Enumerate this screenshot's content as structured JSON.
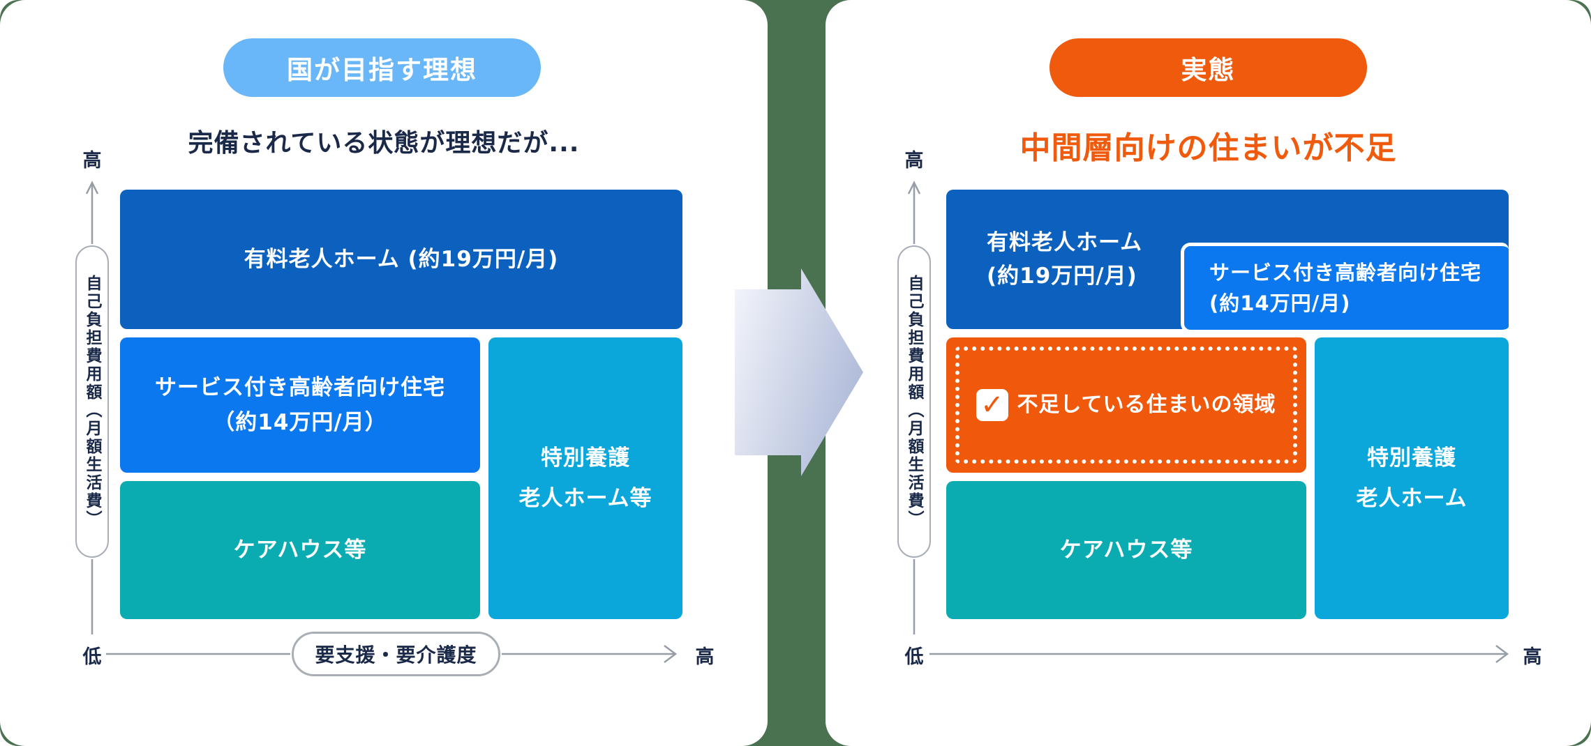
{
  "background": {
    "canvas_color": "#4A7150",
    "card_color": "#FFFFFF"
  },
  "icons": {
    "check": "✓"
  },
  "left_panel": {
    "badge": "国が目指す理想",
    "badge_color": "#69B7F8",
    "title": "完備されている状態が理想だが...",
    "title_color": "#1B2949",
    "y_axis": {
      "high": "高",
      "label": "自己負担費用額（月額生活費）"
    },
    "x_axis": {
      "low": "低",
      "label": "要支援・要介護度",
      "high": "高"
    },
    "boxes": {
      "paid_home": {
        "label": "有料老人ホーム (約19万円/月)",
        "color": "#0D61BE"
      },
      "service_housing": {
        "line1": "サービス付き高齢者向け住宅",
        "line2": "（約14万円/月）",
        "color": "#0B78F0"
      },
      "care_house": {
        "label": "ケアハウス等",
        "color": "#0AACB2"
      },
      "special_home": {
        "line1": "特別養護",
        "line2": "老人ホーム等",
        "color": "#0BA7DB"
      }
    }
  },
  "right_panel": {
    "badge": "実態",
    "badge_color": "#F05A0D",
    "title": "中間層向けの住まいが不足",
    "title_color": "#F05A0D",
    "y_axis": {
      "high": "高",
      "label": "自己負担費用額（月額生活費）"
    },
    "x_axis": {
      "low": "低",
      "high": "高"
    },
    "boxes": {
      "paid_home": {
        "line1": "有料老人ホーム",
        "line2": "(約19万円/月)",
        "color": "#0D61BE"
      },
      "service_housing": {
        "line1": "サービス付き高齢者向け住宅",
        "line2": "(約14万円/月)",
        "color": "#0B78F0"
      },
      "shortage": {
        "label": "不足している住まいの領域",
        "color": "#F0580C"
      },
      "care_house": {
        "label": "ケアハウス等",
        "color": "#0AACB2"
      },
      "special_home": {
        "line1": "特別養護",
        "line2": "老人ホーム",
        "color": "#0BA7DB"
      }
    }
  }
}
